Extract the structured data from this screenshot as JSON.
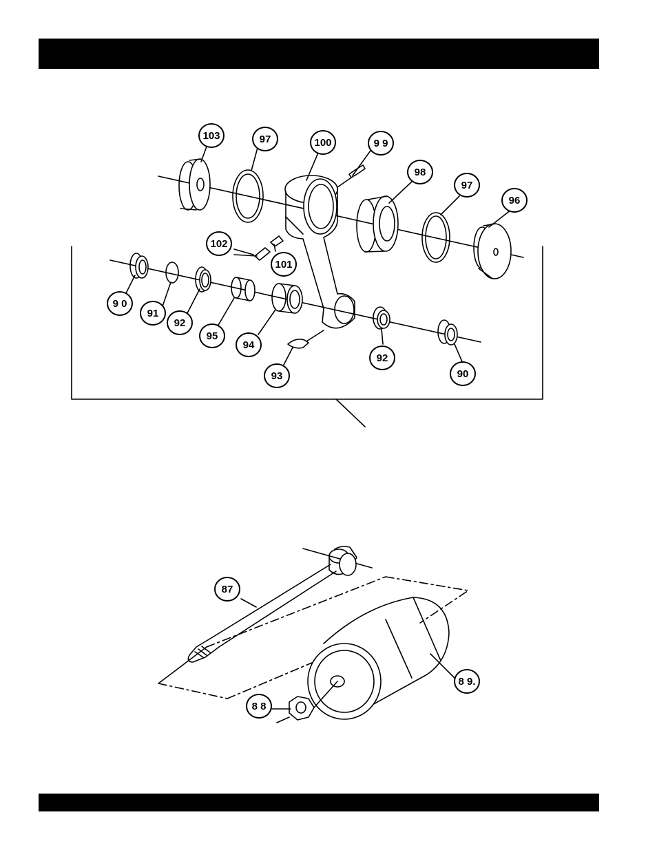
{
  "upper_assembly": {
    "callouts": [
      {
        "id": "c103",
        "label": "103"
      },
      {
        "id": "c97a",
        "label": "97"
      },
      {
        "id": "c100",
        "label": "100"
      },
      {
        "id": "c99",
        "label": "9 9"
      },
      {
        "id": "c98",
        "label": "98"
      },
      {
        "id": "c97b",
        "label": "97"
      },
      {
        "id": "c96",
        "label": "96"
      },
      {
        "id": "c102",
        "label": "102"
      },
      {
        "id": "c101",
        "label": "101"
      },
      {
        "id": "c90a",
        "label": "9 0"
      },
      {
        "id": "c91",
        "label": "91"
      },
      {
        "id": "c92a",
        "label": "92"
      },
      {
        "id": "c95",
        "label": "95"
      },
      {
        "id": "c94",
        "label": "94"
      },
      {
        "id": "c93",
        "label": "93"
      },
      {
        "id": "c92b",
        "label": "92"
      },
      {
        "id": "c90b",
        "label": "90"
      }
    ]
  },
  "lower_assembly": {
    "callouts": [
      {
        "id": "c87",
        "label": "87"
      },
      {
        "id": "c88",
        "label": "8 8"
      },
      {
        "id": "c89",
        "label": "8 9."
      }
    ]
  }
}
